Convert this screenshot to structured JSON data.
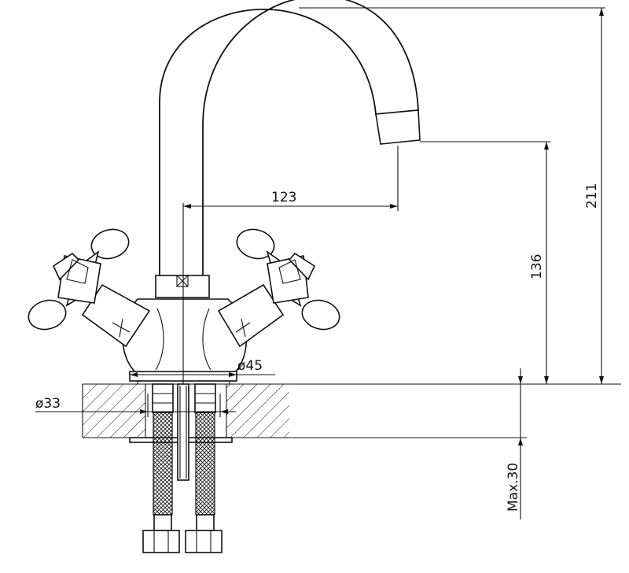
{
  "drawing": {
    "dimensions": {
      "spout_reach": "123",
      "total_height": "211",
      "spout_height": "136",
      "base_diameter": "ø45",
      "hole_diameter": "ø33",
      "max_thickness": "Max.30"
    }
  }
}
